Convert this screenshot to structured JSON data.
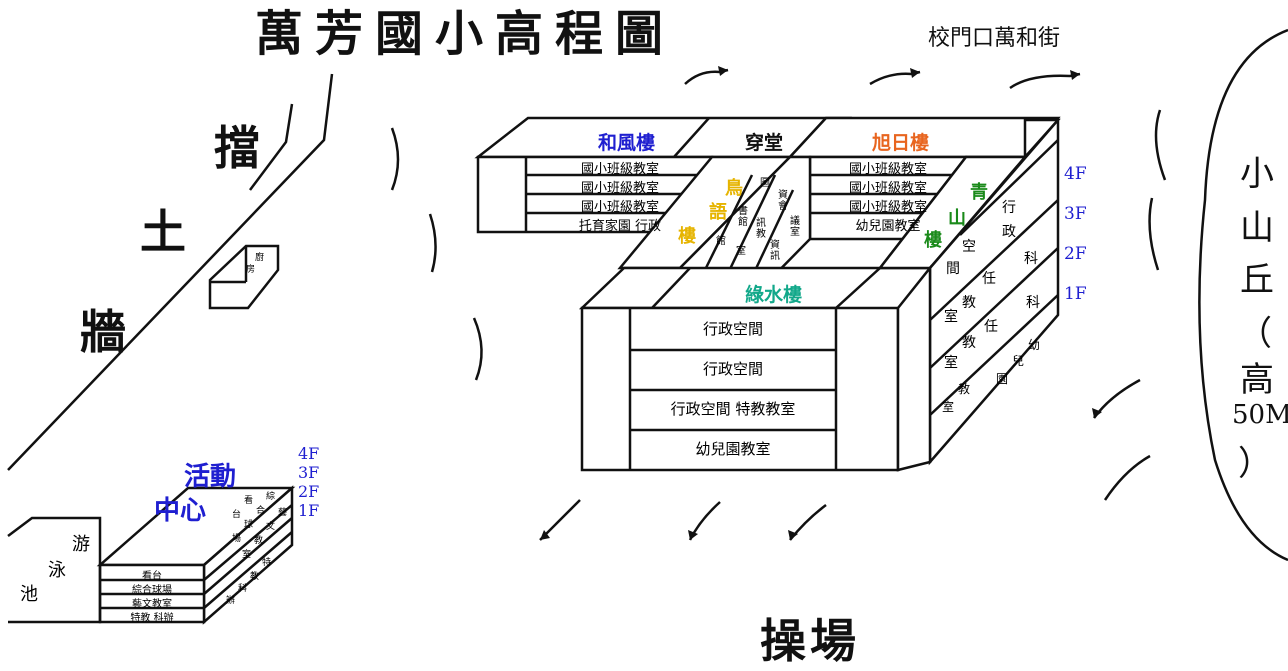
{
  "title": "萬芳國小高程圖",
  "gate_label": "校門口萬和街",
  "retaining_wall": [
    "擋",
    "土",
    "牆"
  ],
  "kitchen": [
    "廚",
    "房"
  ],
  "pool": [
    "游",
    "泳",
    "池"
  ],
  "activity_center": {
    "name": [
      "活動",
      "中心"
    ],
    "floors": [
      "4F",
      "3F",
      "2F",
      "1F"
    ],
    "rooms": [
      "看台",
      "綜合球場",
      "藝文教室",
      "特教 科辦"
    ],
    "side_labels": [
      "看",
      "台",
      "綜",
      "合",
      "球",
      "場",
      "藝",
      "文",
      "教",
      "室",
      "特",
      "教",
      "科",
      "辦"
    ]
  },
  "buildings": {
    "hefeng": {
      "name": "和風樓",
      "rooms": [
        "國小班級教室",
        "國小班級教室",
        "國小班級教室",
        "托育家園 行政"
      ]
    },
    "chuantang": {
      "name": "穿堂"
    },
    "xuri": {
      "name": "旭日樓",
      "rooms": [
        "國小班級教室",
        "國小班級教室",
        "國小班級教室",
        "幼兒園教室"
      ]
    },
    "niaoyu": {
      "name": [
        "鳥",
        "語",
        "樓"
      ],
      "side": [
        "圖",
        "書",
        "館",
        "資",
        "訊",
        "教",
        "室",
        "會",
        "議",
        "室",
        "資",
        "訊"
      ]
    },
    "qingshan": {
      "name": [
        "青",
        "山",
        "樓"
      ],
      "side": [
        "行",
        "政",
        "空",
        "間",
        "科",
        "任",
        "教",
        "室",
        "科",
        "任",
        "教",
        "室",
        "幼",
        "兒",
        "園",
        "教",
        "室"
      ]
    },
    "lushui": {
      "name": "綠水樓",
      "rooms": [
        "行政空間",
        "行政空間",
        "行政空間 特教教室",
        "幼兒園教室"
      ]
    }
  },
  "floors_main": [
    "4F",
    "3F",
    "2F",
    "1F"
  ],
  "playground": "操場",
  "hill": [
    "小",
    "山",
    "丘",
    "（",
    "高",
    "50M",
    "）"
  ],
  "colors": {
    "hefeng": "#1f1fd0",
    "xuri": "#e8651f",
    "niaoyu": "#e6b400",
    "qingshan": "#1a8a1a",
    "lushui": "#12a88a",
    "floors": "#1f1fd0",
    "activity": "#1f1fd0"
  }
}
